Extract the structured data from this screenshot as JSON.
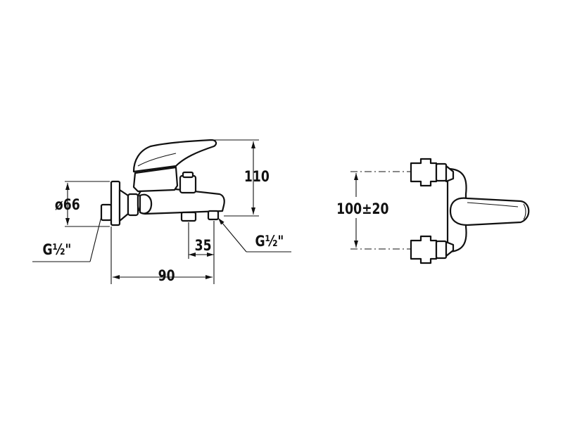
{
  "side_view": {
    "dimensions": {
      "flange_diameter": "ø66",
      "height": "110",
      "depth": "90",
      "spout_offset": "35"
    },
    "threads": {
      "inlet": "G½\"",
      "outlet": "G½\""
    }
  },
  "front_view": {
    "dimensions": {
      "inlet_spacing": "100±20"
    }
  },
  "colors": {
    "line": "#111111",
    "background": "#ffffff"
  }
}
